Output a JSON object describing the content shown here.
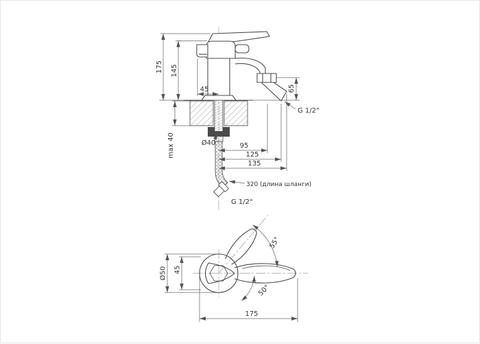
{
  "side_view": {
    "total_height": "175",
    "body_height": "145",
    "spout_offset": "45",
    "outlet_height": "65",
    "outlet_thread": "G 1/2\"",
    "hole_diameter": "Ø40",
    "max_deck_thickness": "max 40",
    "dim_95": "95",
    "dim_125": "125",
    "dim_135": "135",
    "hose_length": "320 (длина шланги)",
    "hose_thread": "G 1/2\""
  },
  "top_view": {
    "base_diameter": "Ø50",
    "body_width": "45",
    "handle_angle_up": "55°",
    "handle_angle_down": "50°",
    "total_length": "175"
  }
}
